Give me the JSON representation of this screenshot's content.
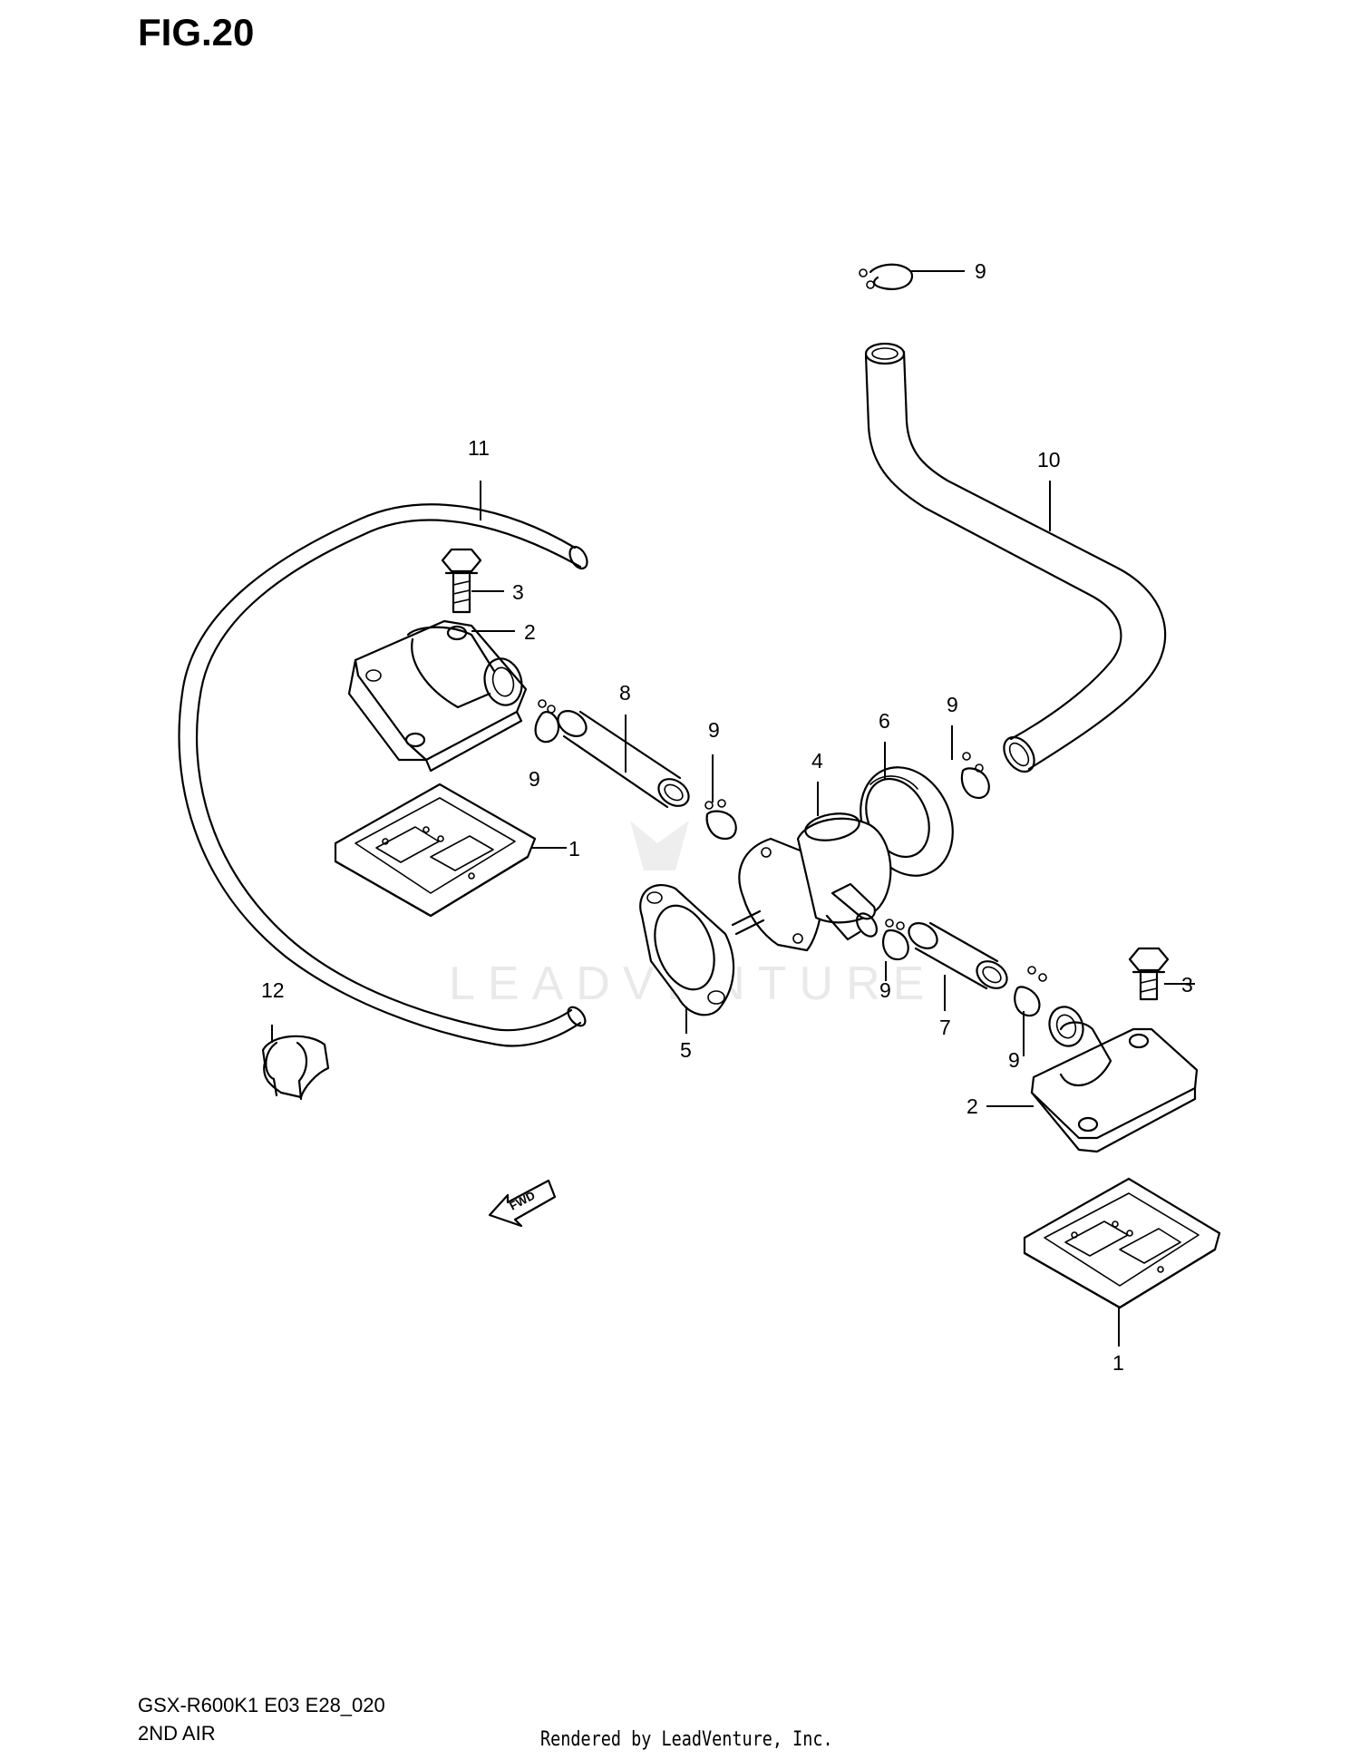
{
  "figure": {
    "title": "FIG.20",
    "model_code": "GSX-R600K1 E03 E28_020",
    "section": "2ND AIR",
    "credit": "Rendered by LeadVenture, Inc.",
    "watermark": "LEADVENTURE",
    "fwd_label": "FWD"
  },
  "callouts": {
    "c9a": "9",
    "c10": "10",
    "c11": "11",
    "c3a": "3",
    "c2a": "2",
    "c8": "8",
    "c9b": "9",
    "c9c": "9",
    "c9d": "9",
    "c6": "6",
    "c4": "4",
    "c1a": "1",
    "c5": "5",
    "c9e": "9",
    "c7": "7",
    "c12": "12",
    "c3b": "3",
    "c9f": "9",
    "c2b": "2",
    "c1b": "1"
  },
  "colors": {
    "line": "#000000",
    "background": "#ffffff",
    "watermark": "#e9e9e9"
  }
}
